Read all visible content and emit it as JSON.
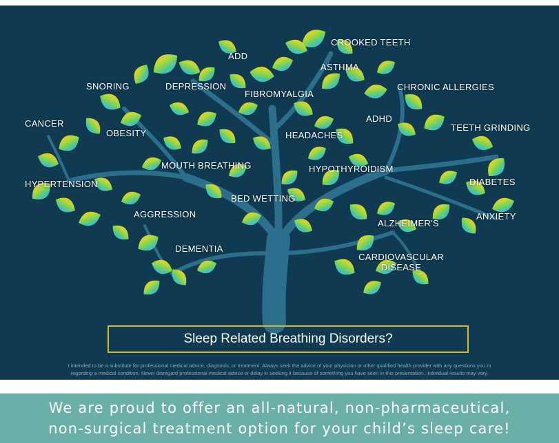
{
  "diagram": {
    "title": "Sleep Related Breathing Disorders?",
    "disorders": {
      "crooked_teeth": "CROOKED TEETH",
      "add": "ADD",
      "asthma": "ASTHMA",
      "snoring": "SNORING",
      "depression": "DEPRESSION",
      "fibromyalgia": "FIBROMYALGIA",
      "chronic_allergies": "CHRONIC ALLERGIES",
      "cancer": "CANCER",
      "obesity": "OBESITY",
      "adhd": "ADHD",
      "headaches": "HEADACHES",
      "teeth_grinding": "TEETH GRINDING",
      "mouth_breathing": "MOUTH BREATHING",
      "hypothyroidism": "HYPOTHYROIDISM",
      "hypertension": "HYPERTENSION",
      "diabetes": "DIABETES",
      "bed_wetting": "BED WETTING",
      "aggression": "AGGRESSION",
      "alzheimers": "ALZHEIMER'S",
      "anxiety": "ANXIETY",
      "dementia": "DEMENTIA",
      "cardiovascular_line1": "CARDIOVASCULAR",
      "cardiovascular_line2": "DISEASE"
    },
    "disclaimer_line1": "t intended to be a substitute for professional medical advice, diagnosis, or treatment. Always seek the advice of your physician or other qualified health provider with any questions you m",
    "disclaimer_line2": "regarding a medical condition. Never disregard professional medical advice or delay in seeking it because of something you have seen in this presentation. Individual results may vary.",
    "colors": {
      "background": "#0f3a52",
      "trunk": "#2c6f8c",
      "title_border": "#d9b820",
      "leaf_top": "#f0c81e",
      "leaf_mid": "#9fd63a",
      "leaf_bottom": "#38bfbf"
    }
  },
  "banner": {
    "line1": "We are proud to offer an all-natural, non-pharmaceutical,",
    "line2": "non-surgical treatment option for your child’s sleep care!",
    "color": "#6aafa8"
  }
}
